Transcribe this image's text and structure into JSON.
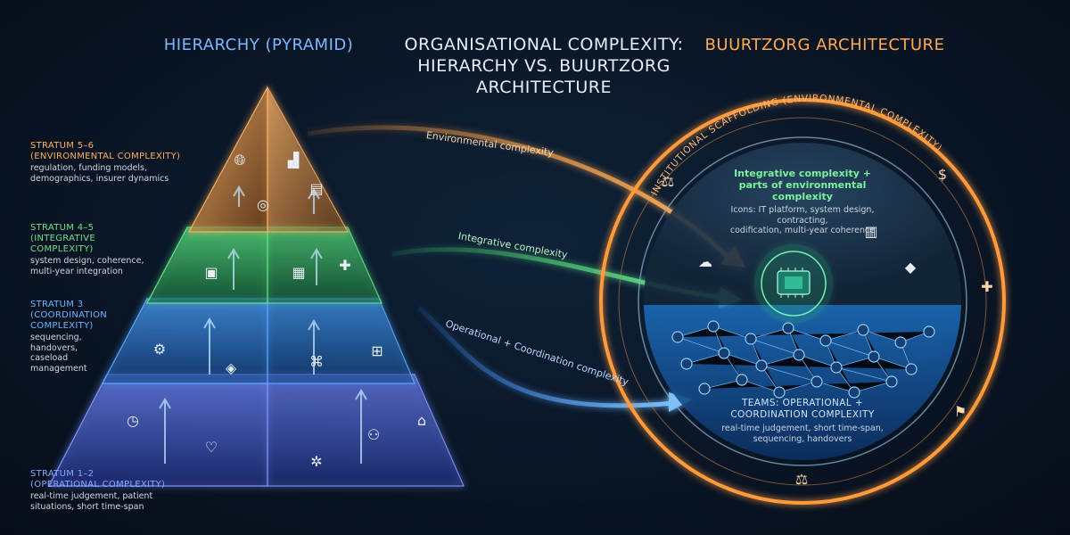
{
  "header": {
    "main_title": "ORGANISATIONAL COMPLEXITY:\nHIERARCHY VS. BUURTZORG\nARCHITECTURE",
    "left_title": "HIERARCHY (PYRAMID)",
    "right_title": "BUURTZORG ARCHITECTURE"
  },
  "pyramid": {
    "strata": [
      {
        "head_1": "STRATUM 5–6",
        "head_2": "(ENVIRONMENTAL COMPLEXITY)",
        "desc": "regulation, funding models,\ndemographics, insurer dynamics",
        "color": "#ff9a3c"
      },
      {
        "head_1": "STRATUM 4–5",
        "head_2": "(INTEGRATIVE\nCOMPLEXITY)",
        "desc": "system design, coherence,\nmulti-year integration",
        "color": "#3fd36a"
      },
      {
        "head_1": "STRATUM 3",
        "head_2": "(COORDINATION\nCOMPLEXITY)",
        "desc": "sequencing,\nhandovers,\ncaseload\nmanagement",
        "color": "#3a8cff"
      },
      {
        "head_1": "STRATUM 1–2",
        "head_2": "(OPERATIONAL COMPLEXITY)",
        "desc": "real-time judgement, patient\nsituations, short time-span",
        "color": "#5d7cff"
      }
    ]
  },
  "flows": {
    "environmental": "Environmental complexity",
    "integrative": "Integrative complexity",
    "operational": "Operational + Coordination complexity"
  },
  "buurtzorg": {
    "outer_ring_label": "INSTITUTIONAL SCAFFOLDING (ENVIRONMENTAL COMPLEXITY)",
    "integrative_head": "Integrative complexity +\nparts of environmental complexity",
    "integrative_desc": "Icons: IT platform, system design, contracting,\ncodification, multi-year coherence",
    "teams_head": "TEAMS: OPERATIONAL +\nCOORDINATION COMPLEXITY",
    "teams_desc": "real-time judgement, short time-span,\nsequencing, handovers"
  },
  "icons": {
    "globe": "globe-icon",
    "chart": "bar-chart-icon",
    "document": "document-icon",
    "coins": "coins-icon",
    "chip": "chip-icon",
    "blueprint": "blueprint-icon",
    "puzzle": "puzzle-icon",
    "gears": "gears-icon",
    "handshake": "handshake-icon",
    "flowchart": "flowchart-icon",
    "clock": "clock-icon",
    "heart": "heart-icon",
    "org": "org-chart-icon",
    "building": "government-building-icon",
    "network": "network-icon",
    "scales": "scales-icon",
    "cloud": "cloud-database-icon",
    "contract": "contract-icon",
    "cube": "cube-icon",
    "medical": "medical-file-icon",
    "flag": "medical-flag-icon"
  },
  "colors": {
    "orange": "#ff9a3c",
    "green": "#3fd36a",
    "blue": "#3a8cff",
    "indigo": "#5d7cff"
  }
}
